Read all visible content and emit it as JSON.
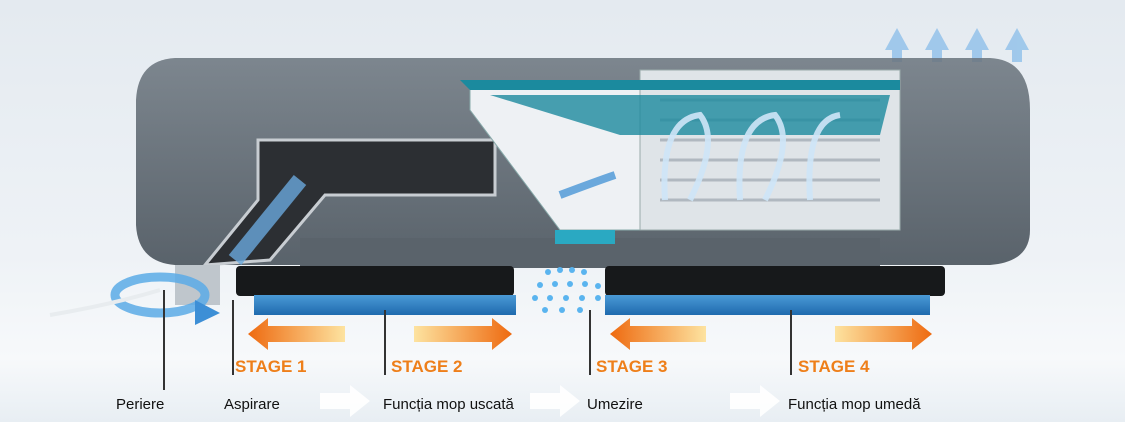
{
  "stages": [
    "STAGE 1",
    "STAGE 2",
    "STAGE 3",
    "STAGE 4"
  ],
  "labels": [
    "Periere",
    "Aspirare",
    "Funcția mop uscată",
    "Umezire",
    "Funcția mop umedă"
  ],
  "colors": {
    "stage": "#ee7f1a",
    "mop": "#2f7fc4",
    "body": "#4d5862",
    "accent": "#1b8a9e"
  }
}
